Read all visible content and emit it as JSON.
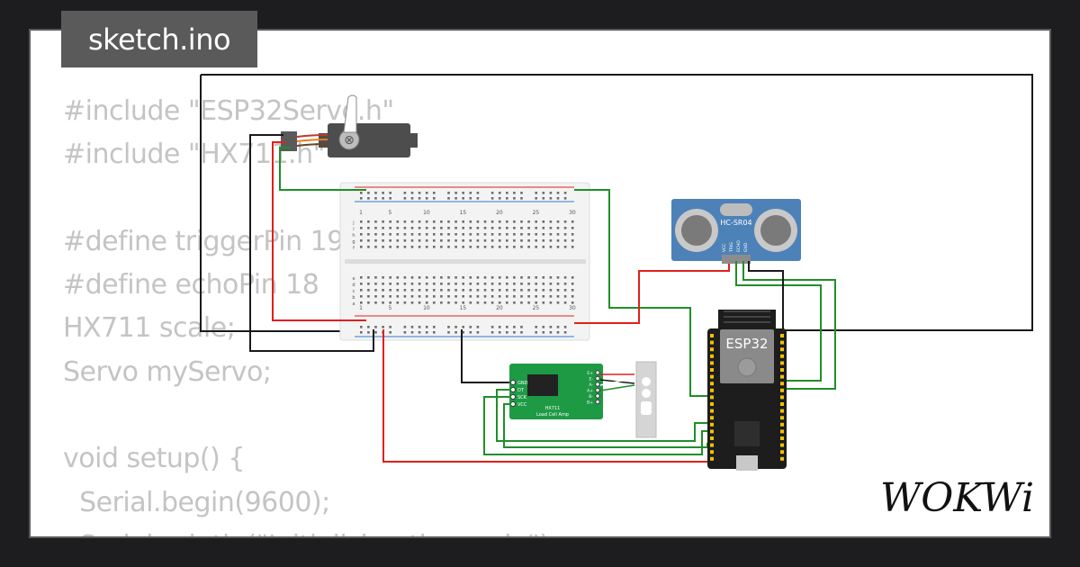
{
  "tab": {
    "filename": "sketch.ino"
  },
  "code_lines": [
    "#include \"ESP32Servo.h\"",
    "#include \"HX711.h\"",
    "",
    "#define triggerPin 19",
    "#define echoPin 18",
    "HX711 scale;",
    "Servo myServo;",
    "",
    "void setup() {",
    "  Serial.begin(9600);",
    "  Serial.println(\"Initializing the scale\");"
  ],
  "components": {
    "esp32_label": "ESP32",
    "sensor_label": "HC-SR04",
    "sensor_pins": [
      "VCC",
      "TRIG",
      "ECHO",
      "GND"
    ],
    "hx711_label": "HX711",
    "hx711_sublabel": "Load Cell Amp",
    "hx711_left_pins": [
      "GND",
      "DT",
      "SCK",
      "VCC"
    ],
    "hx711_right_pins": [
      "E+",
      "E-",
      "A-",
      "A+",
      "B-",
      "B+"
    ],
    "breadboard_numbers": [
      "1",
      "5",
      "10",
      "15",
      "20",
      "25",
      "30"
    ],
    "breadboard_rows_top": [
      "j",
      "i",
      "h",
      "g",
      "f"
    ],
    "breadboard_rows_bottom": [
      "e",
      "d",
      "c",
      "b",
      "a"
    ]
  },
  "brand": {
    "logo": "WOKWi"
  },
  "colors": {
    "wire_red": "#e0201b",
    "wire_black": "#1a1a1a",
    "wire_green": "#1f8f28",
    "esp32_board": "#1d1d1d",
    "hx711_board": "#1e9a45",
    "sensor_board": "#4c82b8",
    "code_text": "#c4c4c4",
    "tab_bg": "#5a5a5a"
  }
}
